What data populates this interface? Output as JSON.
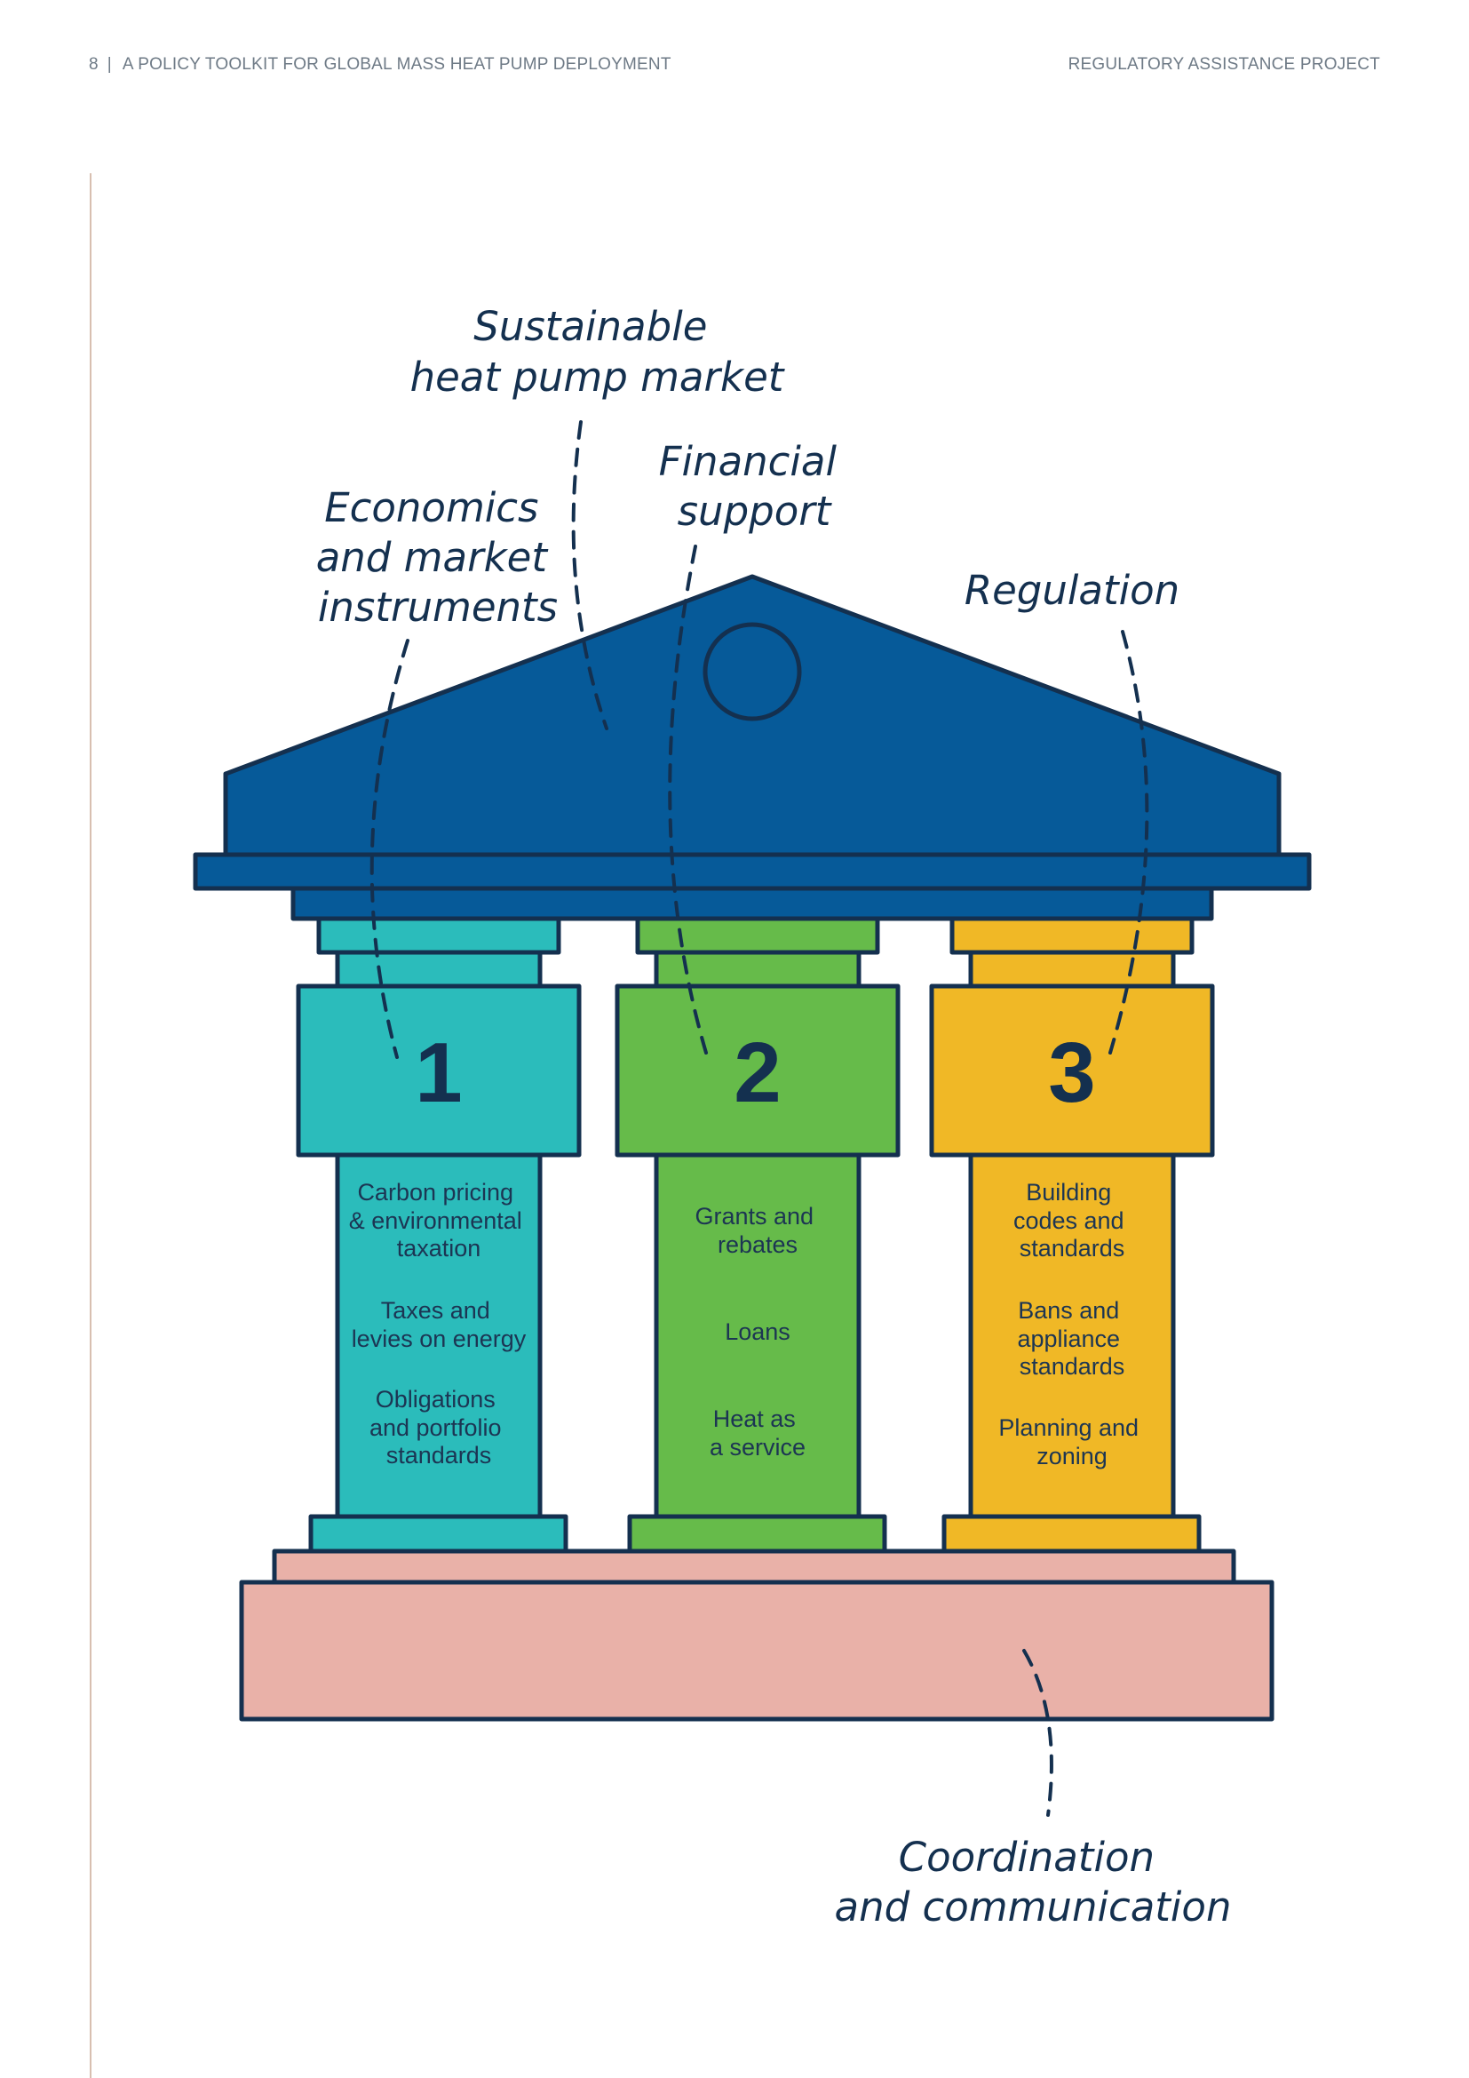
{
  "header": {
    "page_number": "8",
    "separator": "|",
    "title": "A POLICY TOOLKIT FOR GLOBAL MASS HEAT PUMP DEPLOYMENT",
    "organization": "REGULATORY ASSISTANCE PROJECT"
  },
  "diagram": {
    "roof_label": [
      "Sustainable",
      "heat pump market"
    ],
    "base_label": [
      "Coordination",
      "and communication"
    ],
    "pillars": [
      {
        "number": "1",
        "label": [
          "Economics",
          "and market",
          "instruments"
        ],
        "color": "#2bbcbb",
        "items": [
          [
            "Carbon pricing",
            "& environmental",
            "taxation"
          ],
          [
            "Taxes and",
            "levies on energy"
          ],
          [
            "Obligations",
            "and portfolio",
            "standards"
          ]
        ]
      },
      {
        "number": "2",
        "label": [
          "Financial",
          "support"
        ],
        "color": "#66bb4a",
        "items": [
          [
            "Grants and",
            "rebates"
          ],
          [
            "Loans"
          ],
          [
            "Heat as",
            "a service"
          ]
        ]
      },
      {
        "number": "3",
        "label": [
          "Regulation"
        ],
        "color": "#f0b826",
        "items": [
          [
            "Building",
            "codes and",
            "standards"
          ],
          [
            "Bans and",
            "appliance",
            "standards"
          ],
          [
            "Planning and",
            "zoning"
          ]
        ]
      }
    ],
    "colors": {
      "roof": "#065a99",
      "outline": "#14304f",
      "base": "#e9b1a8"
    }
  }
}
